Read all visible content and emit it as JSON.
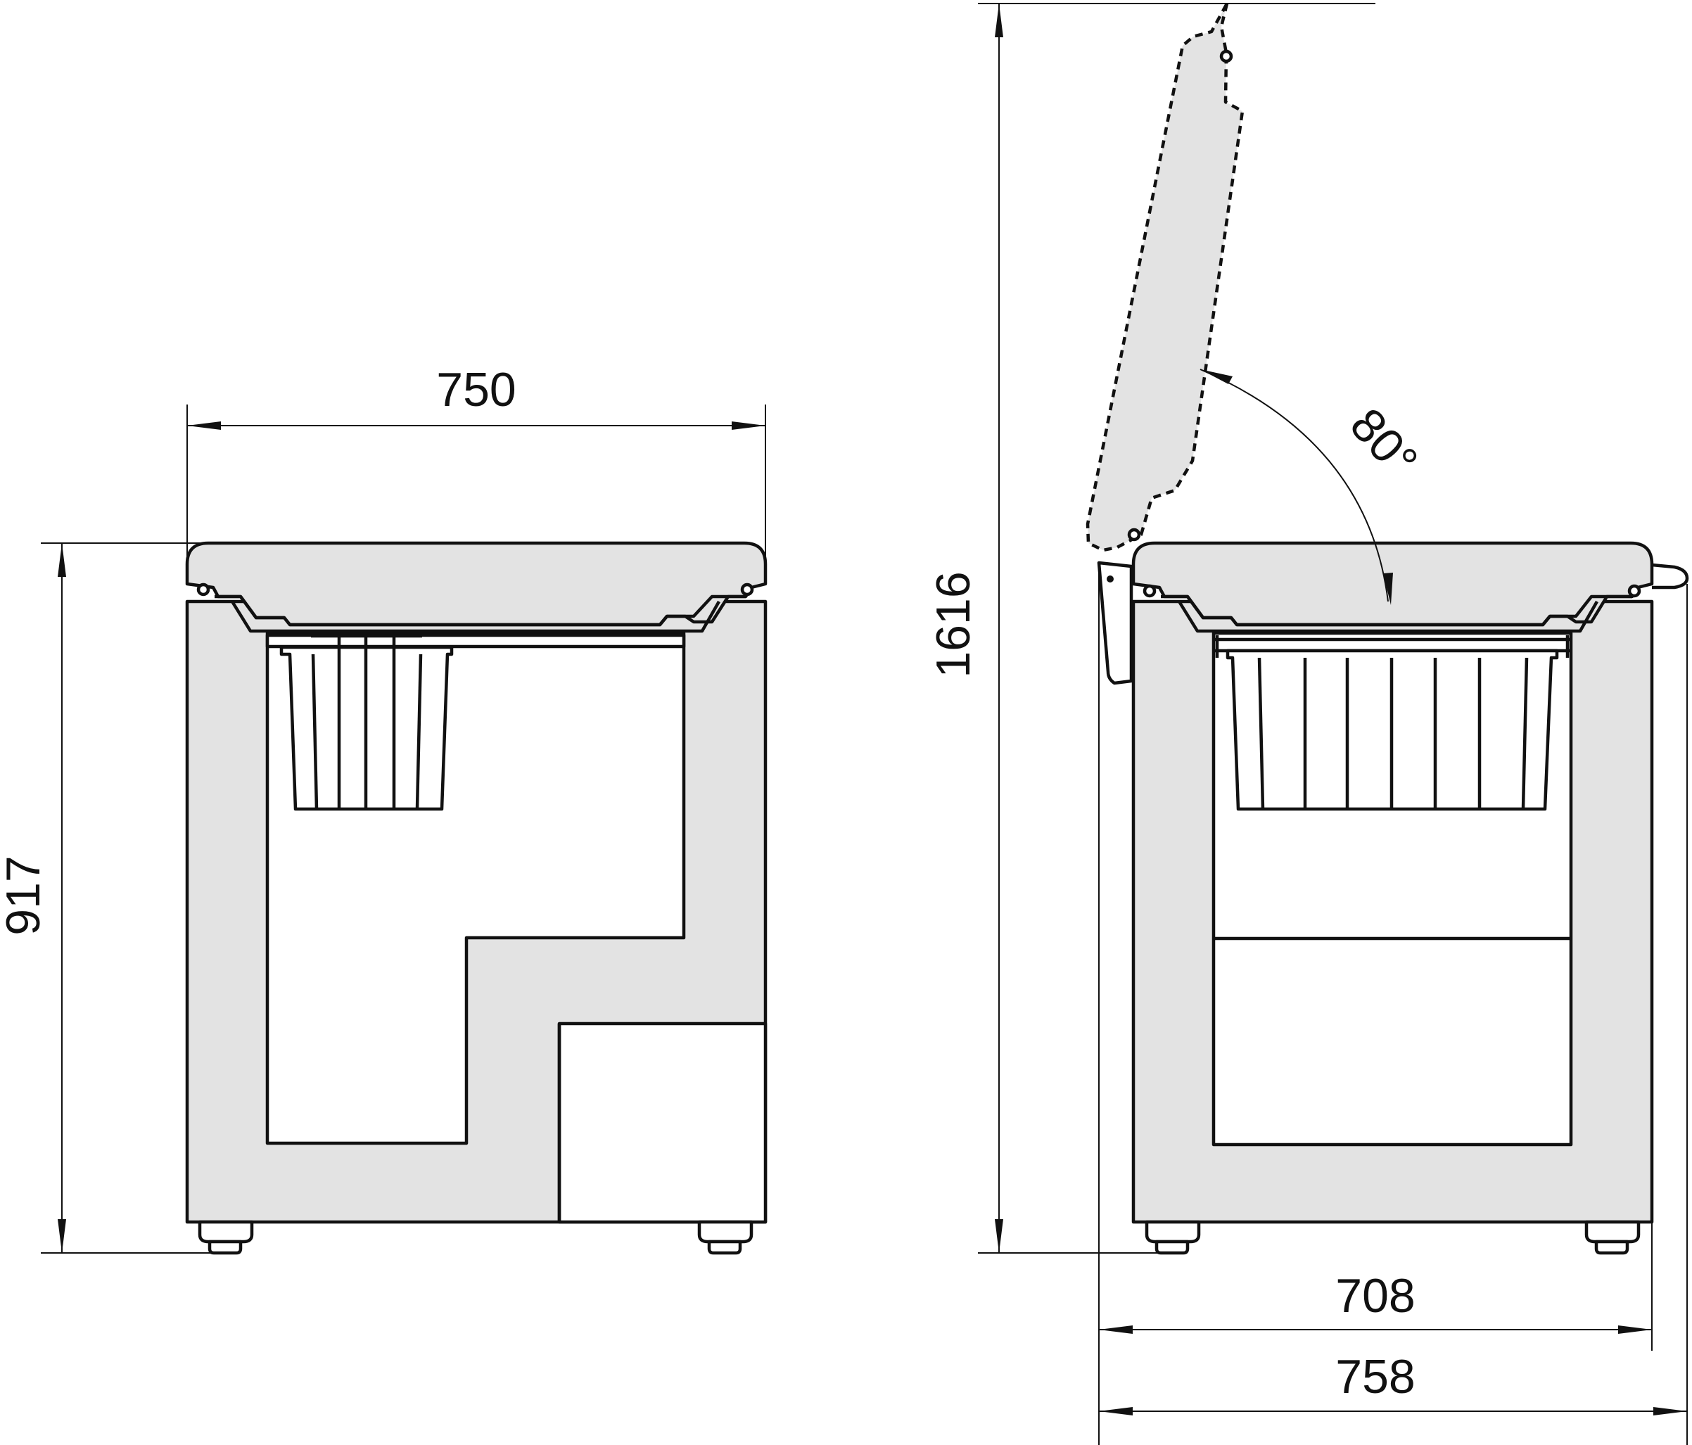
{
  "dimensions": {
    "front_width": "750",
    "front_height": "917",
    "side_total_height": "1616",
    "side_depth_body": "708",
    "side_depth_total": "758",
    "lid_angle": "80°"
  },
  "colors": {
    "fill": "#e3e3e3",
    "line": "#111111",
    "background": "#ffffff"
  }
}
